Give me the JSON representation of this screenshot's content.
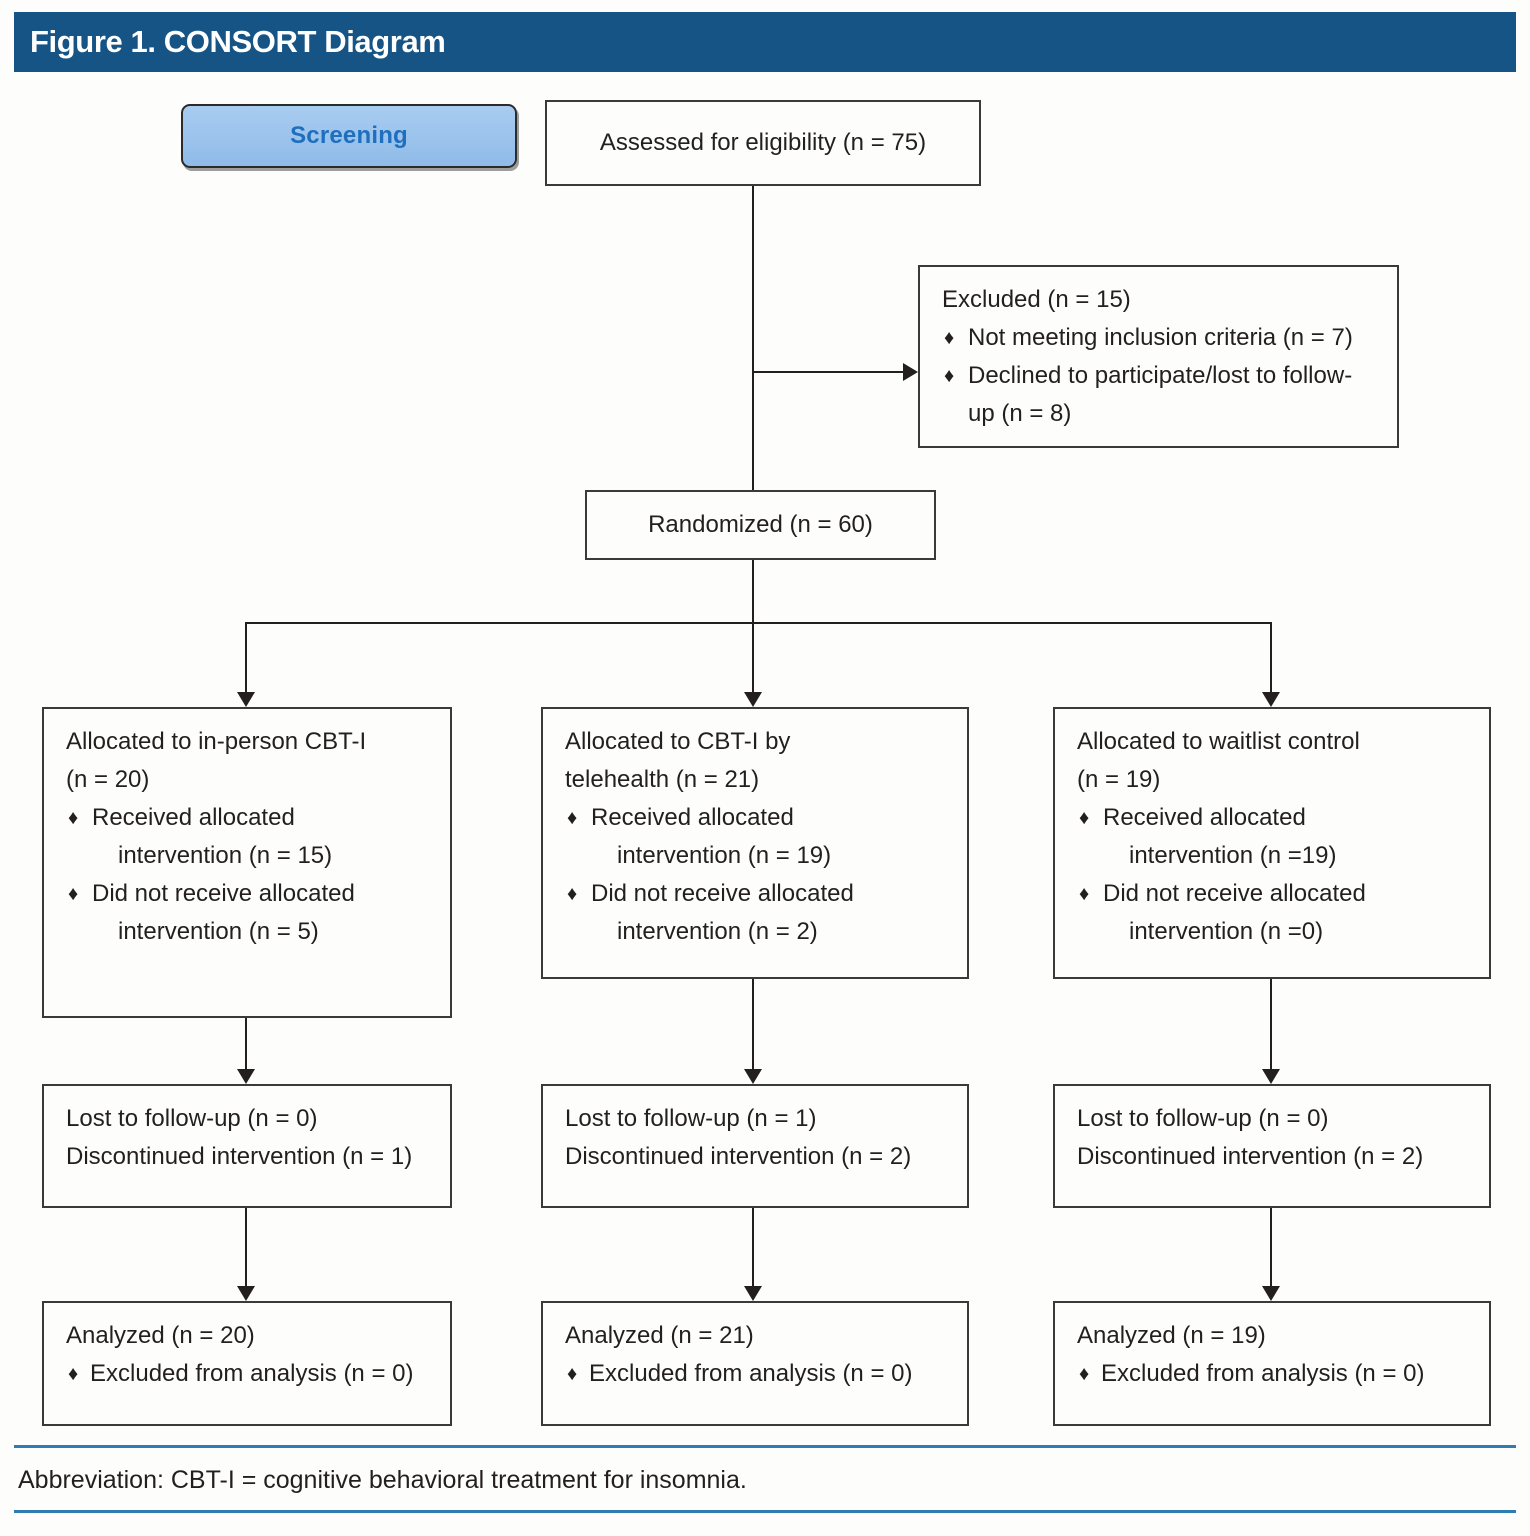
{
  "figure": {
    "title": "Figure 1. CONSORT Diagram",
    "footnote": "Abbreviation: CBT-I = cognitive behavioral treatment for insomnia."
  },
  "colors": {
    "header_bar": "#165485",
    "header_text": "#ffffff",
    "stage_pill_fill": "#8fbbe8",
    "stage_pill_text": "#1f6fbf",
    "box_border": "#3a3a3a",
    "connector": "#231f20",
    "rule": "#2f7cb2",
    "page_background": "#fdfefb"
  },
  "stage_labels": {
    "screening": "Screening"
  },
  "flow": {
    "eligibility": {
      "text": "Assessed for eligibility (n = 75)"
    },
    "excluded": {
      "heading": "Excluded (n = 15)",
      "bullets": [
        "Not meeting inclusion criteria (n = 7)",
        "Declined to participate/lost to follow-up (n = 8)"
      ],
      "bullet_glyph": "♦"
    },
    "randomized": {
      "text": "Randomized (n = 60)"
    },
    "arms": [
      {
        "allocation": {
          "heading_line1": "Allocated to in-person CBT-I",
          "heading_line2": "(n = 20)",
          "bullets": [
            {
              "line1": "Received allocated",
              "line2": "intervention (n = 15)"
            },
            {
              "line1": "Did not receive allocated",
              "line2": "intervention (n = 5)"
            }
          ]
        },
        "followup": {
          "lost": "Lost to follow-up (n = 0)",
          "discontinued": "Discontinued intervention (n = 1)"
        },
        "analysis": {
          "heading": "Analyzed (n = 20)",
          "bullet": "Excluded from analysis (n = 0)"
        }
      },
      {
        "allocation": {
          "heading_line1": "Allocated to CBT-I by",
          "heading_line2": "telehealth (n = 21)",
          "bullets": [
            {
              "line1": "Received allocated",
              "line2": "intervention (n = 19)"
            },
            {
              "line1": "Did not receive allocated",
              "line2": "intervention (n = 2)"
            }
          ]
        },
        "followup": {
          "lost": "Lost to follow-up (n = 1)",
          "discontinued": "Discontinued intervention (n = 2)"
        },
        "analysis": {
          "heading": "Analyzed (n = 21)",
          "bullet": "Excluded from analysis (n = 0)"
        }
      },
      {
        "allocation": {
          "heading_line1": "Allocated to waitlist control",
          "heading_line2": "(n = 19)",
          "bullets": [
            {
              "line1": "Received allocated",
              "line2": "intervention (n =19)"
            },
            {
              "line1": "Did not receive allocated",
              "line2": "intervention (n =0)"
            }
          ]
        },
        "followup": {
          "lost": "Lost to follow-up (n = 0)",
          "discontinued": "Discontinued intervention (n = 2)"
        },
        "analysis": {
          "heading": "Analyzed (n = 19)",
          "bullet": "Excluded from analysis (n = 0)"
        }
      }
    ]
  }
}
